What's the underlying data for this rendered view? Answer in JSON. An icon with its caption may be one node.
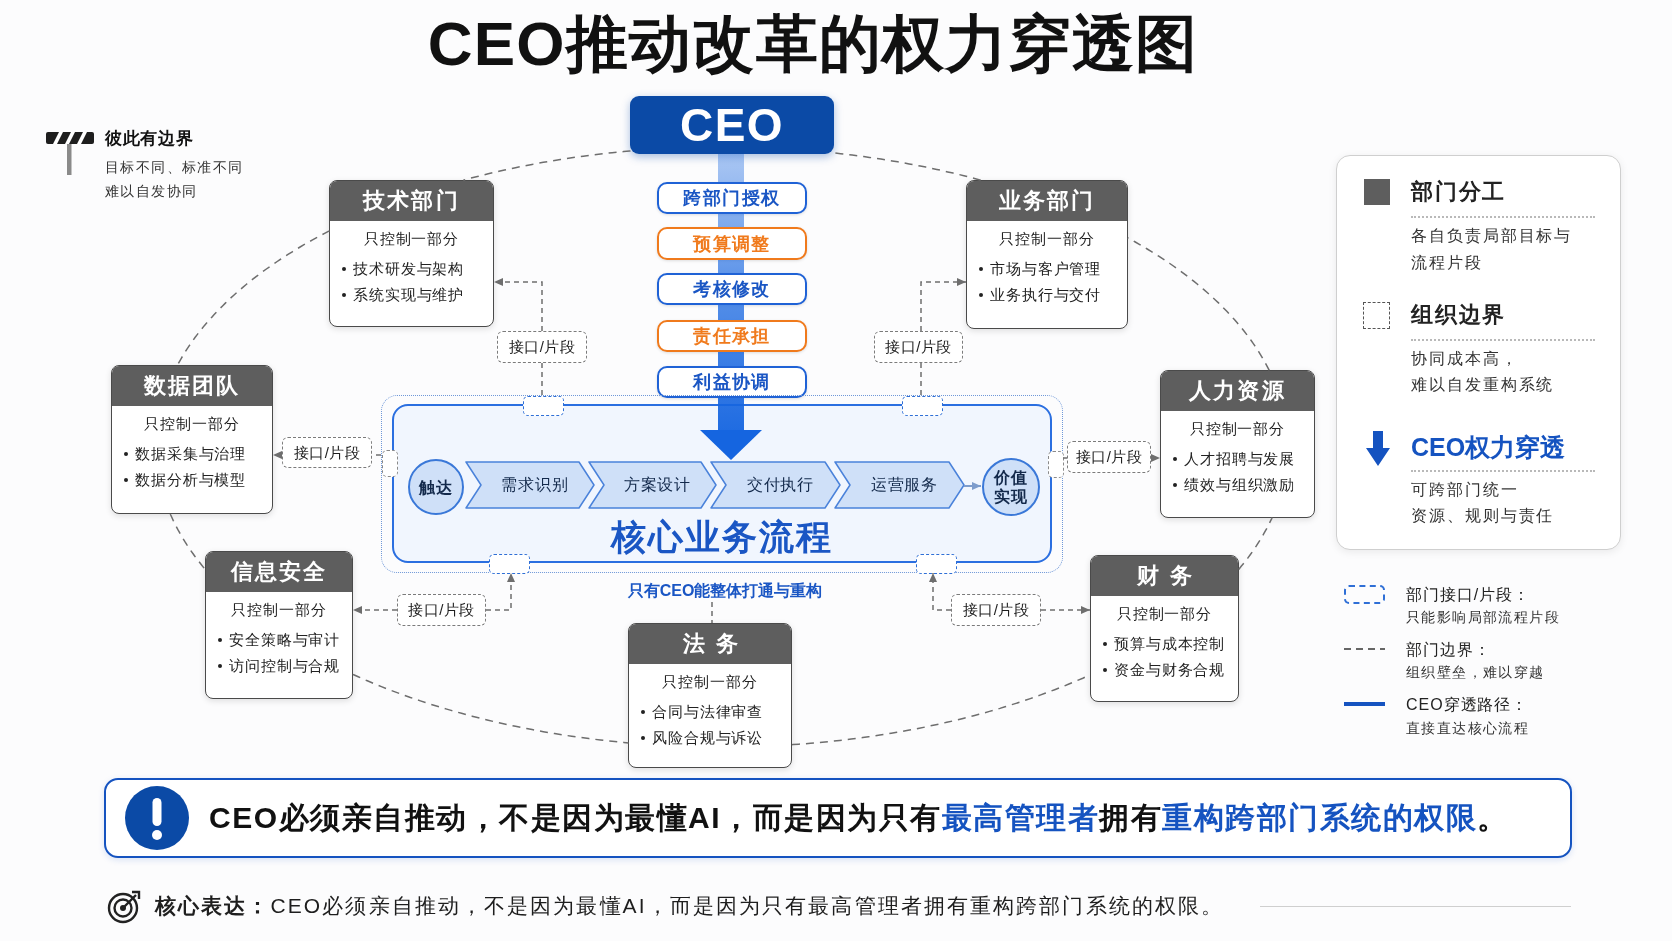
{
  "diagram": {
    "title": "CEO推动改革的权力穿透图",
    "nodes": [
      {
        "text": [
          "CEO"
        ]
      },
      {
        "text": [
          "跨部门授权"
        ]
      },
      {
        "text": [
          "预算调整"
        ]
      },
      {
        "text": [
          "考核修改"
        ]
      },
      {
        "text": [
          "责任承担"
        ]
      },
      {
        "text": [
          "利益协调"
        ]
      },
      {
        "text": [
          "技术部门",
          "只控制一部分",
          "技术研发与架构",
          "系统实现与维护"
        ]
      },
      {
        "text": [
          "业务部门",
          "只控制一部分",
          "市场与客户管理",
          "业务执行与交付"
        ]
      },
      {
        "text": [
          "接口/片段"
        ]
      },
      {
        "text": [
          "接口/片段"
        ]
      },
      {
        "text": [
          "数据团队",
          "只控制一部分",
          "数据采集与治理",
          "数据分析与模型"
        ]
      },
      {
        "text": [
          "接口/片段"
        ]
      },
      {
        "text": [
          "核心业务流程"
        ]
      },
      {
        "text": [
          "触达"
        ],
        "in": 12
      },
      {
        "text": [
          "需求识别"
        ],
        "in": 12
      },
      {
        "text": [
          "方案设计"
        ],
        "in": 12
      },
      {
        "text": [
          "交付执行"
        ],
        "in": 12
      },
      {
        "text": [
          "运营服务"
        ],
        "in": 12
      },
      {
        "text": [
          "价值实现"
        ],
        "in": 12
      },
      {
        "text": [],
        "shape": "box",
        "in": 12
      },
      {
        "text": [],
        "shape": "box",
        "in": 12
      },
      {
        "text": [],
        "shape": "box",
        "in": 12
      },
      {
        "text": [],
        "shape": "box",
        "in": 12
      },
      {
        "text": [],
        "shape": "box",
        "in": 12
      },
      {
        "text": [],
        "shape": "box",
        "in": 12
      },
      {
        "text": [
          "接口/片段"
        ]
      },
      {
        "text": [
          "人力资源",
          "只控制一部分",
          "人才招聘与发展",
          "绩效与组织激励"
        ]
      },
      {
        "text": [
          "信息安全",
          "只控制一部分",
          "安全策略与审计",
          "访问控制与合规"
        ]
      },
      {
        "text": [
          "接口/片段"
        ]
      },
      {
        "text": [
          "只有CEO能整体打通与重构"
        ]
      },
      {
        "text": [
          "接口/片段"
        ]
      },
      {
        "text": [
          "财务",
          "只控制一部分",
          "预算与成本控制",
          "资金与财务合规"
        ]
      },
      {
        "text": [
          "法务",
          "只控制一部分",
          "合同与法律审查",
          "风险合规与诉讼"
        ]
      },
      {
        "text": [
          "CEO必须亲自推动，不是因为最懂AI，而是因为只有**最高管理者**拥有**重构跨部门系统的权限**。"
        ]
      }
    ],
    "edges": [
      {
        "from": 0,
        "to": 1,
        "arrow": "none",
        "style": "thick",
        "color": "#1565e0"
      },
      {
        "from": 1,
        "to": 2,
        "arrow": "none",
        "style": "thick",
        "color": "#1565e0"
      },
      {
        "from": 2,
        "to": 3,
        "arrow": "none",
        "style": "thick",
        "color": "#1565e0"
      },
      {
        "from": 3,
        "to": 4,
        "arrow": "none",
        "style": "thick",
        "color": "#1565e0"
      },
      {
        "from": 4,
        "to": 5,
        "arrow": "none",
        "style": "thick",
        "color": "#1565e0"
      },
      {
        "from": 5,
        "to": 16,
        "arrow": "to",
        "style": "thick",
        "color": "#1565e0"
      },
      {
        "from": 17,
        "to": 18,
        "arrow": "to",
        "color": "#7d9ccc"
      },
      {
        "from": 19,
        "to": 8,
        "arrow": "none",
        "style": "dashed"
      },
      {
        "from": 8,
        "to": 6,
        "arrow": "to",
        "style": "dashed"
      },
      {
        "from": 20,
        "to": 9,
        "arrow": "none",
        "style": "dashed"
      },
      {
        "from": 9,
        "to": 7,
        "arrow": "to",
        "style": "dashed"
      },
      {
        "from": 21,
        "to": 11,
        "arrow": "none",
        "style": "dashed"
      },
      {
        "from": 11,
        "to": 10,
        "arrow": "to",
        "style": "dashed"
      },
      {
        "from": 22,
        "to": 25,
        "arrow": "none",
        "style": "dashed"
      },
      {
        "from": 25,
        "to": 26,
        "arrow": "to",
        "style": "dashed"
      },
      {
        "from": 28,
        "to": 23,
        "arrow": "to",
        "style": "dashed"
      },
      {
        "from": 28,
        "to": 27,
        "arrow": "to",
        "style": "dashed"
      },
      {
        "from": 30,
        "to": 24,
        "arrow": "to",
        "style": "dashed"
      },
      {
        "from": 30,
        "to": 31,
        "arrow": "to",
        "style": "dashed"
      },
      {
        "from": 29,
        "to": 32,
        "arrow": "none",
        "style": "dashed"
      },
      {
        "from": 0,
        "to": 6,
        "arrow": "none",
        "style": "dashed"
      },
      {
        "from": 6,
        "to": 10,
        "arrow": "none",
        "style": "dashed"
      },
      {
        "from": 10,
        "to": 27,
        "arrow": "none",
        "style": "dashed"
      },
      {
        "from": 27,
        "to": 32,
        "arrow": "none",
        "style": "dashed"
      },
      {
        "from": 32,
        "to": 31,
        "arrow": "none",
        "style": "dashed"
      },
      {
        "from": 31,
        "to": 26,
        "arrow": "none",
        "style": "dashed"
      },
      {
        "from": 26,
        "to": 7,
        "arrow": "none",
        "style": "dashed"
      },
      {
        "from": 7,
        "to": 0,
        "arrow": "none",
        "style": "dashed"
      }
    ],
    "labels": [
      "彼此有边界",
      "目标不同、标准不同",
      "难以自发协同",
      "各自负责局部目标与流程片段",
      "协同成本高，",
      "难以自发重构系统",
      "可跨部门统一",
      "资源、规则与责任",
      "只能影响局部流程片段",
      "组织壁垒，难以穿越",
      "直接直达核心流程",
      "**核心表达：**CEO必须亲自推动，不是因为最懂AI，而是因为只有最高管理者拥有重构跨部门系统的权限。"
    ],
    "legend": [
      {
        "text": "部门分工",
        "color": "#5e5e5e"
      },
      {
        "text": "组织边界"
      },
      {
        "text": "CEO权力穿透"
      },
      {
        "text": "部门接口/片段："
      },
      {
        "text": "部门边界："
      },
      {
        "text": "CEO穿透路径："
      }
    ]
  }
}
